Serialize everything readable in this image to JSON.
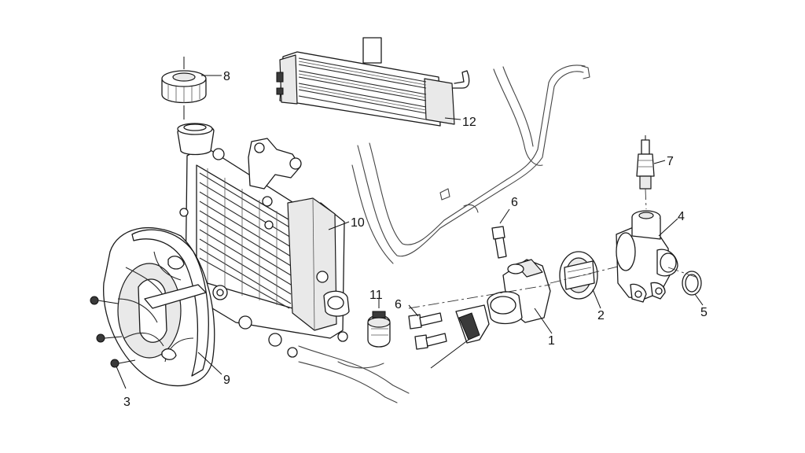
{
  "callouts": {
    "c1": "1",
    "c2": "2",
    "c3": "3",
    "c4": "4",
    "c5": "5",
    "c6a": "6",
    "c6b": "6",
    "c7": "7",
    "c8": "8",
    "c9": "9",
    "c10": "10",
    "c11": "11",
    "c12": "12"
  },
  "colors": {
    "line": "#1a1a1a",
    "background": "#ffffff",
    "shade": "#e9e9e9"
  }
}
